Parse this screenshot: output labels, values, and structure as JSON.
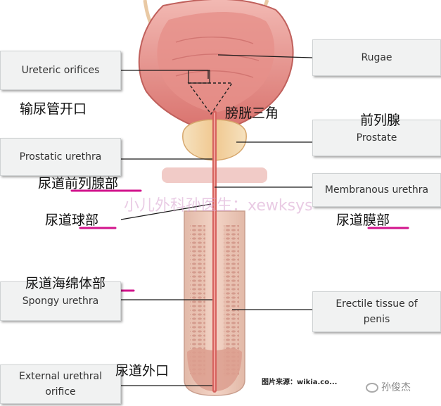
{
  "callouts": {
    "ureteric_orifices": "Ureteric orifices",
    "rugae": "Rugae",
    "prostate": "Prostate",
    "prostatic_urethra": "Prostatic urethra",
    "membranous_urethra": "Membranous urethra",
    "spongy_urethra": "Spongy urethra",
    "erectile_line1": "Erectile tissue of",
    "erectile_line2": "penis",
    "external_line1": "External urethral",
    "external_line2": "orifice"
  },
  "chinese_labels": {
    "ureteric_orifices": "输尿管开口",
    "trigone": "膀胱三角",
    "prostate": "前列腺",
    "prostatic_urethra": "尿道前列腺部",
    "bulbar_urethra": "尿道球部",
    "membranous_urethra": "尿道膜部",
    "spongy_urethra": "尿道海绵体部",
    "external_orifice": "尿道外口"
  },
  "watermark": "小儿外科孙医生：xewksys",
  "source_credit": "图片来源：wikia.co...",
  "author": "孙俊杰",
  "colors": {
    "highlight_underline": "#d2148c"
  }
}
